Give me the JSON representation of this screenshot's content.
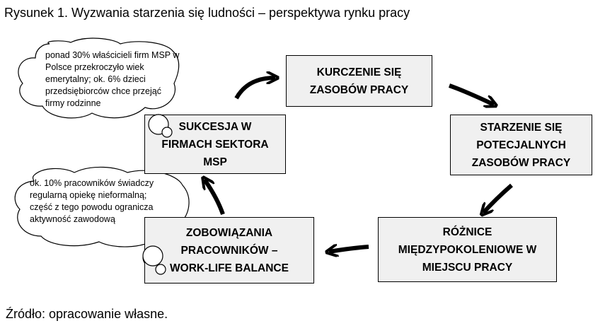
{
  "title": "Rysunek 1. Wyzwania starzenia się ludności – perspektywa rynku pracy",
  "source": "Źródło: opracowanie własne.",
  "boxes": {
    "kurczenie": "KURCZENIE SIĘ\nZASOBÓW PRACY",
    "starzenie": "STARZENIE SIĘ\nPOTECJALNYCH\nZASOBÓW PRACY",
    "roznice": "RÓŻNICE\nMIĘDZYPOKOLENIOWE W\nMIEJSCU PRACY",
    "zobowiazania": "ZOBOWIĄZANIA\nPRACOWNIKÓW –\nWORK-LIFE BALANCE",
    "sukcesja": "SUKCESJA W\nFIRMACH SEKTORA\nMSP"
  },
  "clouds": {
    "msp": "ponad 30% właścicieli firm MSP w\nPolsce przekroczyło wiek\nemerytalny; ok. 6% dzieci\nprzedsiębiorców chce przejąć\nfirmy rodzinne",
    "care": "ok. 10% pracowników świadczy\nregularną opiekę nieformalną;\nczęść z tego powodu ogranicza\naktywność zawodową"
  }
}
